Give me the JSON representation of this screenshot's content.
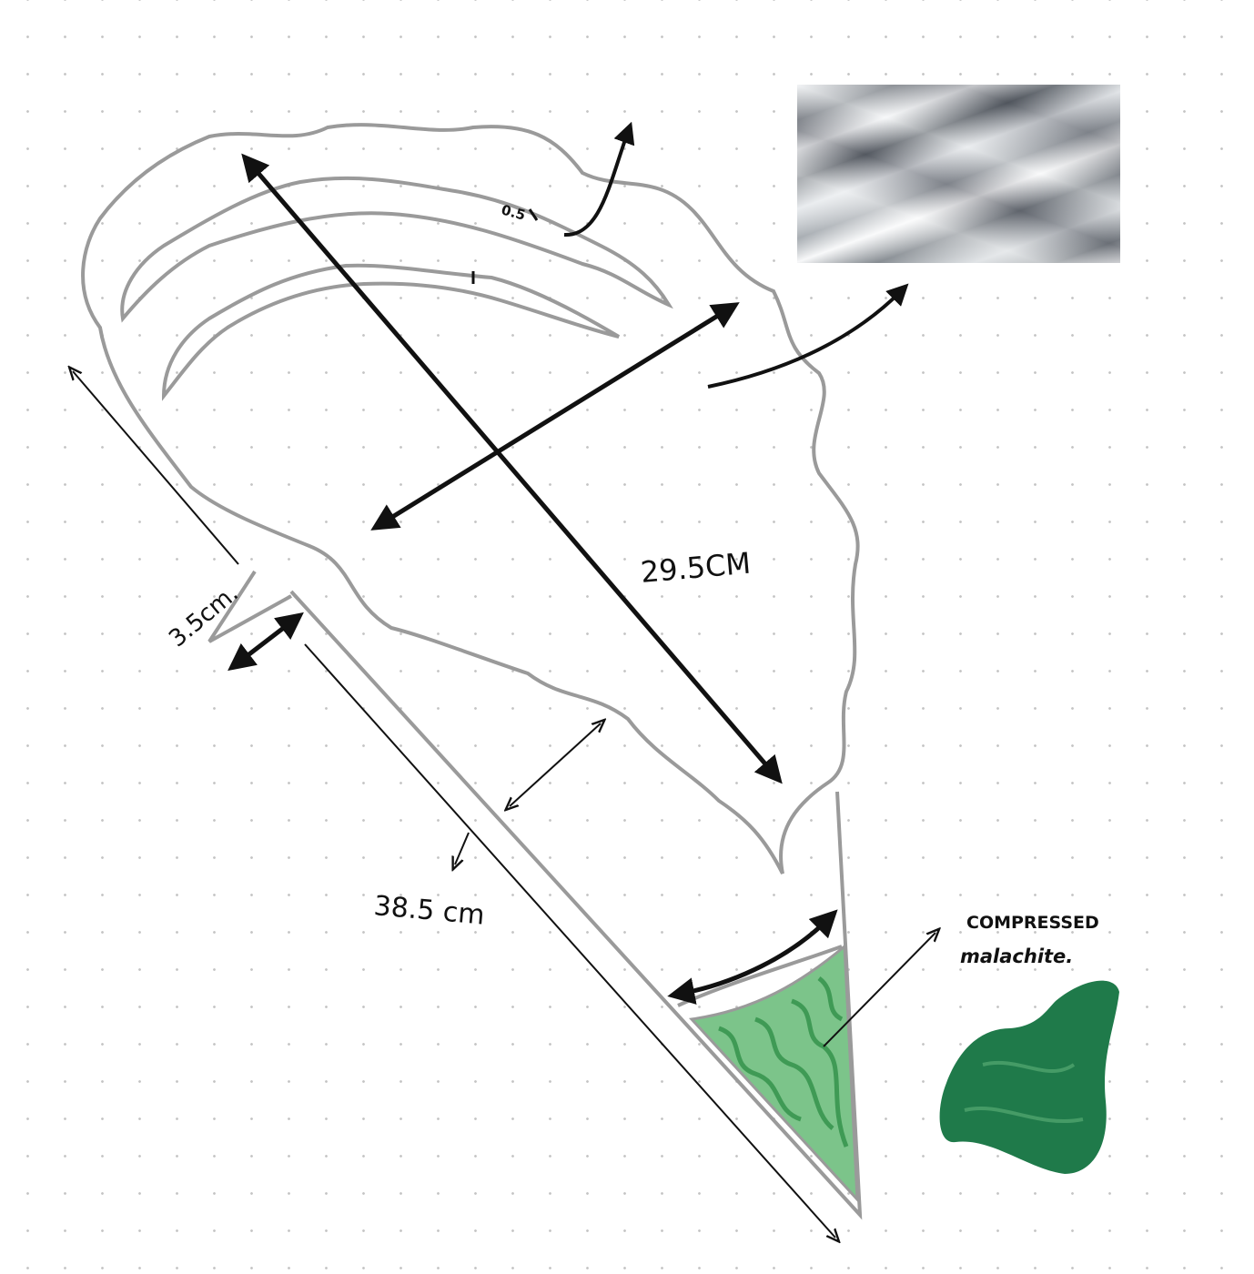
{
  "labels": {
    "width_small": "0.5",
    "length_main": "29.5CM",
    "depth_small": "3.5cm.",
    "length_handle": "38.5 cm",
    "material_title": "COMPRESSED",
    "material_name": "malachite."
  },
  "colors": {
    "outline": "#9a9a9a",
    "ink": "#111111",
    "malachite_fill": "#7cc48a",
    "malachite_pattern": "#3f9a55",
    "malachite_stone": "#1f7a4a"
  }
}
